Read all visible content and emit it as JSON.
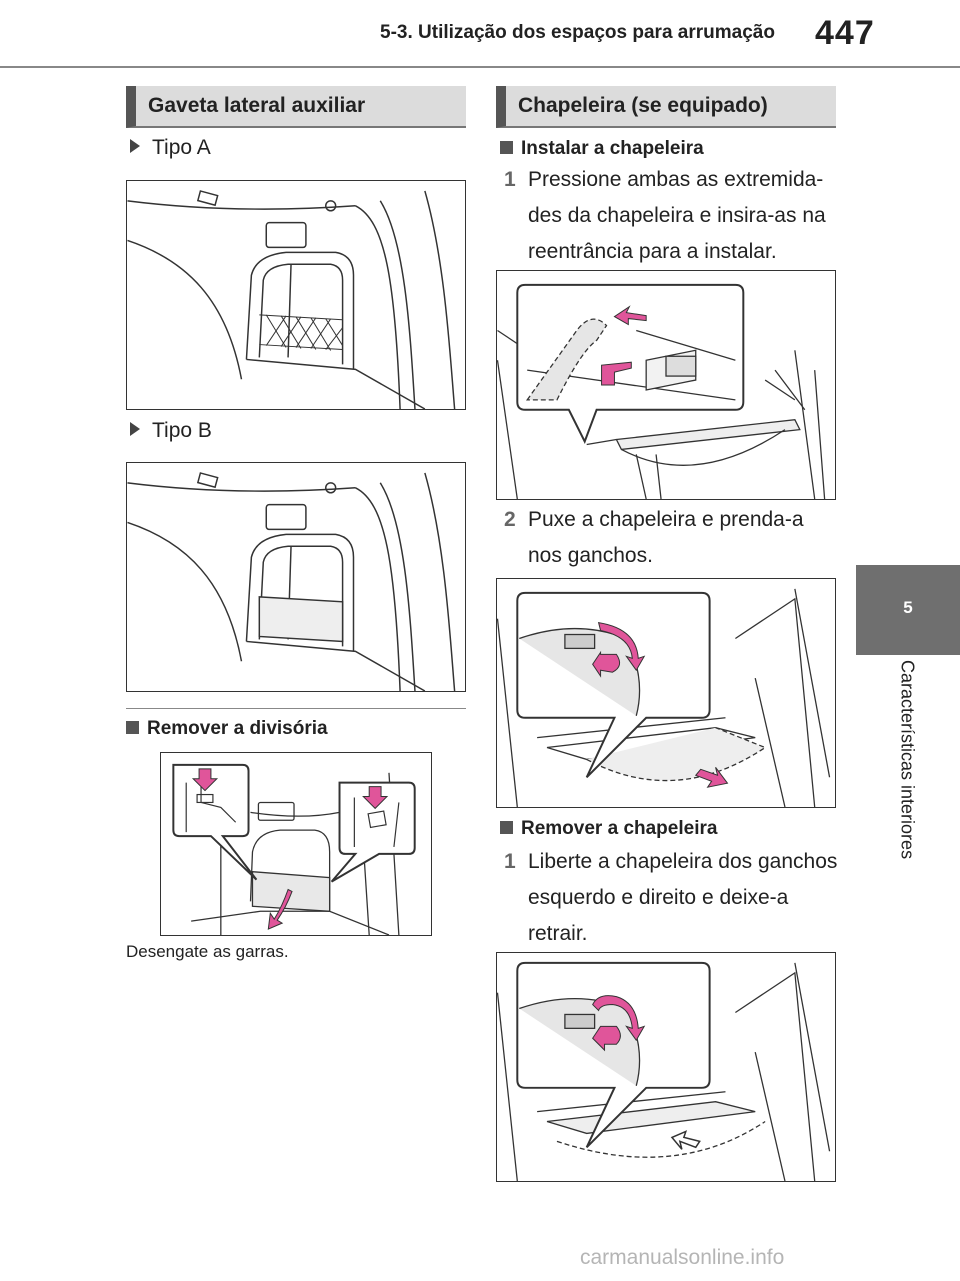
{
  "header": {
    "section": "5-3. Utilização dos espaços para arrumação",
    "page_number": "447"
  },
  "side_tab": {
    "chapter_number": "5",
    "chapter_title": "Características interiores"
  },
  "left": {
    "heading": "Gaveta lateral auxiliar",
    "type_a_label": "Tipo A",
    "type_b_label": "Tipo B",
    "remove_heading": "Remover a divisória",
    "remove_caption": "Desengate as garras."
  },
  "right": {
    "heading": "Chapeleira (se equipado)",
    "install_heading": "Instalar a chapeleira",
    "steps_install": [
      {
        "num": "1",
        "text_lines": [
          "Pressione ambas as extremida-",
          "des da chapeleira e insira-as na",
          "reentrância para a instalar."
        ]
      },
      {
        "num": "2",
        "text_lines": [
          "Puxe a chapeleira e prenda-a",
          "nos ganchos."
        ]
      }
    ],
    "remove_heading": "Remover a chapeleira",
    "steps_remove": [
      {
        "num": "1",
        "text_lines": [
          "Liberte a chapeleira dos ganchos",
          "esquerdo e direito e deixe-a",
          "retrair."
        ]
      }
    ]
  },
  "colors": {
    "accent_pink": "#e0559a",
    "tab_gray": "#6f6f6f",
    "heading_bg": "#dcdcdc"
  },
  "watermark": "carmanualsonline.info"
}
